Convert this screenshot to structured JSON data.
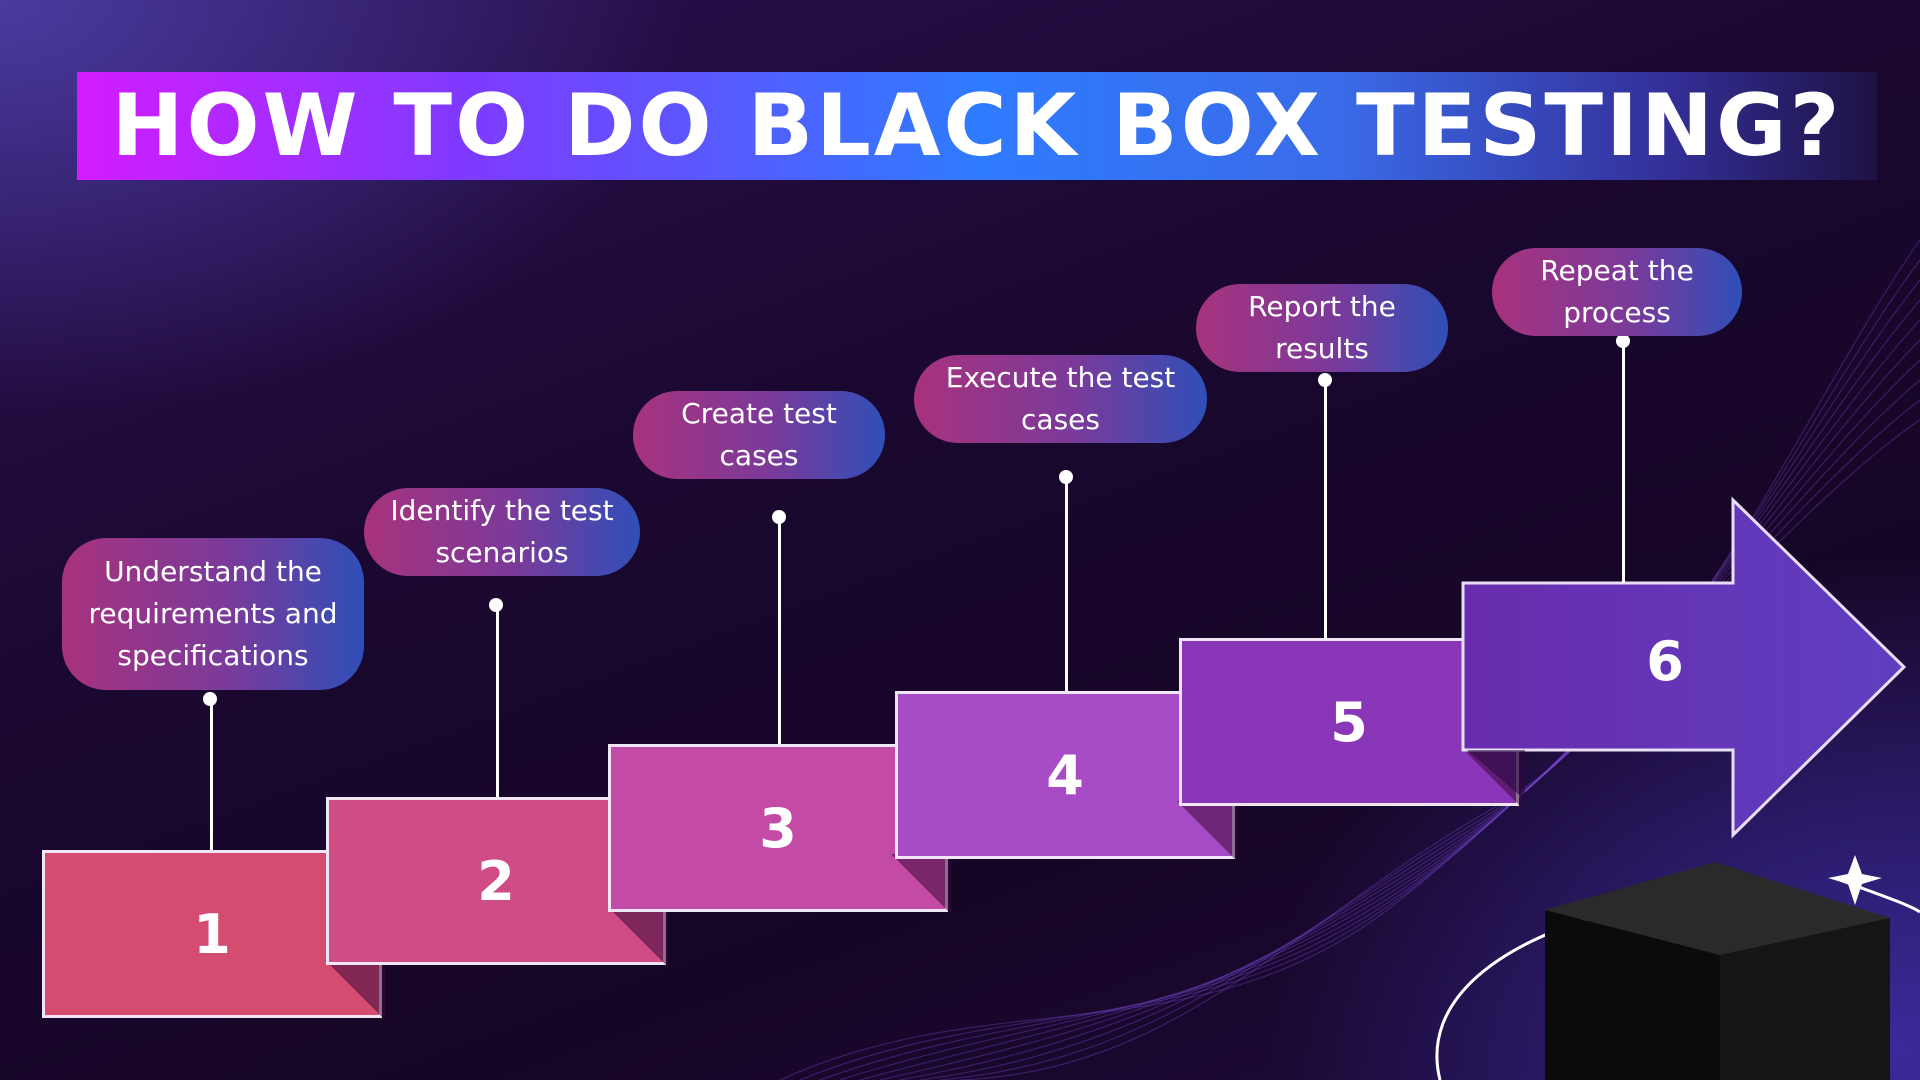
{
  "title": "HOW TO DO BLACK BOX TESTING?",
  "colors": {
    "step1": "#d44c70",
    "step2": "#cf4d84",
    "step3": "#c34aa5",
    "step4": "#a84bc6",
    "step5": "#8a36b8",
    "step6": "#6a2cae",
    "bubble_start": "#a8327d",
    "bubble_end": "#2f4fb8"
  },
  "steps": [
    {
      "number": "1",
      "label": "Understand the requirements and specifications"
    },
    {
      "number": "2",
      "label": "Identify the test scenarios"
    },
    {
      "number": "3",
      "label": "Create test cases"
    },
    {
      "number": "4",
      "label": "Execute the test cases"
    },
    {
      "number": "5",
      "label": "Report the results"
    },
    {
      "number": "6",
      "label": "Repeat the process"
    }
  ]
}
